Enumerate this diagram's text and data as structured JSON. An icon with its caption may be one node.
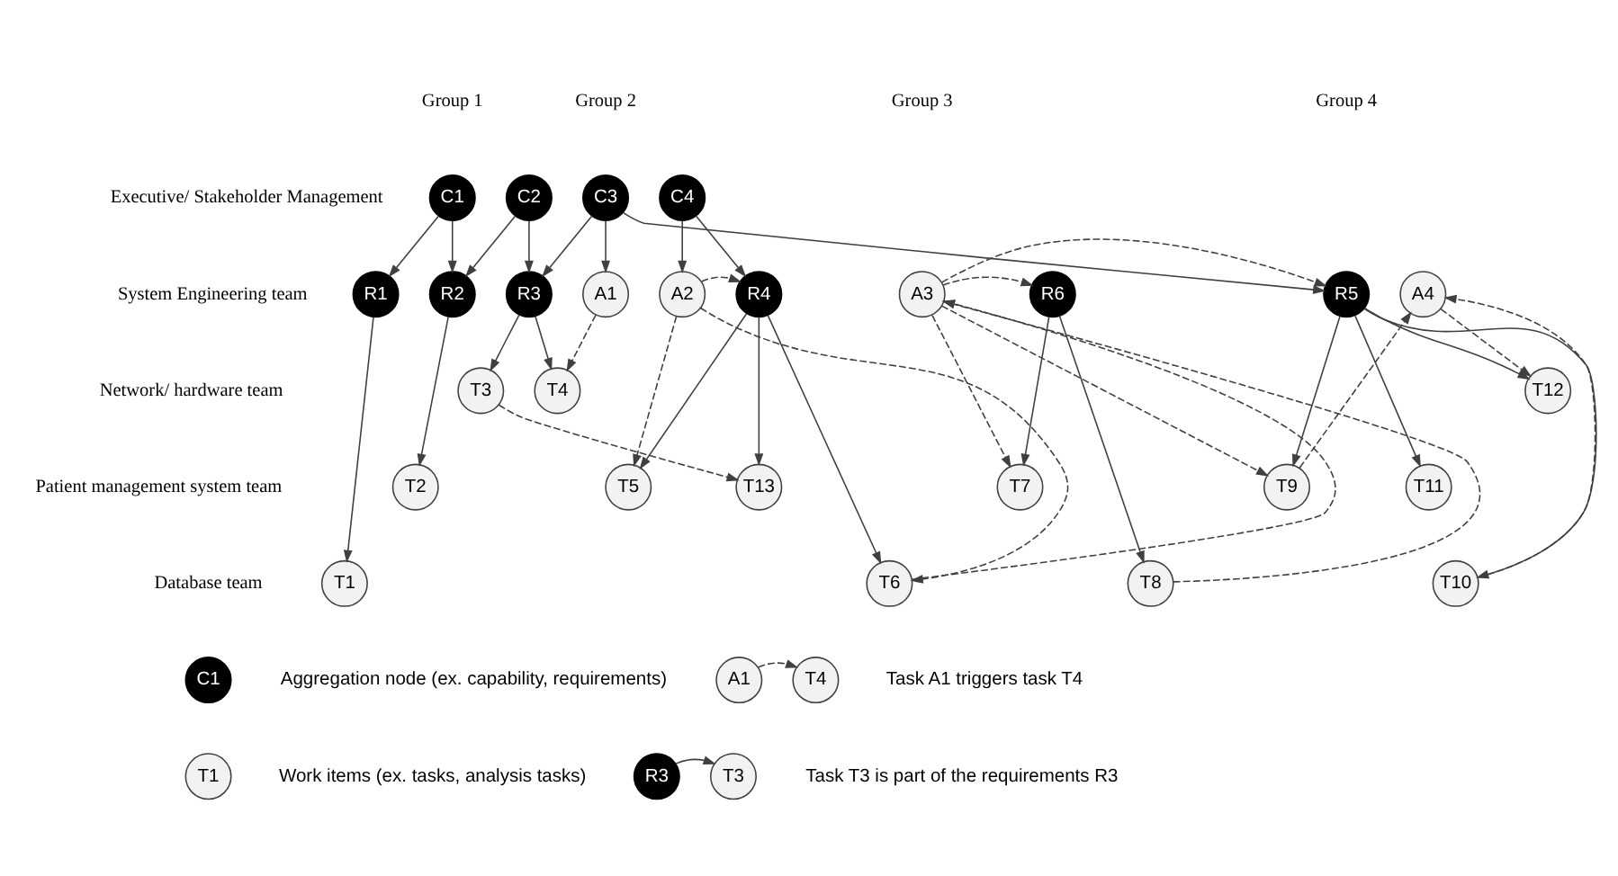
{
  "diagram": {
    "nodes": [
      {
        "text": [
          "C1"
        ]
      },
      {
        "text": [
          "C2"
        ]
      },
      {
        "text": [
          "C3"
        ]
      },
      {
        "text": [
          "C4"
        ]
      },
      {
        "text": [
          "R1"
        ]
      },
      {
        "text": [
          "R2"
        ]
      },
      {
        "text": [
          "R3"
        ]
      },
      {
        "text": [
          "A1"
        ]
      },
      {
        "text": [
          "A2"
        ]
      },
      {
        "text": [
          "R4"
        ]
      },
      {
        "text": [
          "A3"
        ]
      },
      {
        "text": [
          "R6"
        ]
      },
      {
        "text": [
          "R5"
        ]
      },
      {
        "text": [
          "A4"
        ]
      },
      {
        "text": [
          "T3"
        ]
      },
      {
        "text": [
          "T4"
        ]
      },
      {
        "text": [
          "T12"
        ]
      },
      {
        "text": [
          "T2"
        ]
      },
      {
        "text": [
          "T5"
        ]
      },
      {
        "text": [
          "T13"
        ]
      },
      {
        "text": [
          "T7"
        ]
      },
      {
        "text": [
          "T9"
        ]
      },
      {
        "text": [
          "T11"
        ]
      },
      {
        "text": [
          "T1"
        ]
      },
      {
        "text": [
          "T6"
        ]
      },
      {
        "text": [
          "T8"
        ]
      },
      {
        "text": [
          "T10"
        ]
      },
      {
        "text": [
          "C1"
        ]
      },
      {
        "text": [
          "T1"
        ]
      },
      {
        "text": [
          "A1"
        ]
      },
      {
        "text": [
          "T4"
        ]
      },
      {
        "text": [
          "R3"
        ]
      },
      {
        "text": [
          "T3"
        ]
      }
    ],
    "edges": [
      {
        "from": 0,
        "to": 4,
        "arrow": "to"
      },
      {
        "from": 0,
        "to": 5,
        "arrow": "to"
      },
      {
        "from": 1,
        "to": 5,
        "arrow": "to"
      },
      {
        "from": 1,
        "to": 6,
        "arrow": "to"
      },
      {
        "from": 2,
        "to": 6,
        "arrow": "to"
      },
      {
        "from": 2,
        "to": 7,
        "arrow": "to"
      },
      {
        "from": 2,
        "to": 12,
        "arrow": "to"
      },
      {
        "from": 3,
        "to": 8,
        "arrow": "to"
      },
      {
        "from": 3,
        "to": 9,
        "arrow": "to"
      },
      {
        "from": 4,
        "to": 23,
        "arrow": "to"
      },
      {
        "from": 5,
        "to": 17,
        "arrow": "to"
      },
      {
        "from": 6,
        "to": 14,
        "arrow": "to"
      },
      {
        "from": 6,
        "to": 15,
        "arrow": "to"
      },
      {
        "from": 7,
        "to": 15,
        "arrow": "to",
        "style": "dashed"
      },
      {
        "from": 8,
        "to": 9,
        "arrow": "to",
        "style": "dashed"
      },
      {
        "from": 8,
        "to": 18,
        "arrow": "to",
        "style": "dashed"
      },
      {
        "from": 8,
        "to": 24,
        "arrow": "to",
        "style": "dashed"
      },
      {
        "from": 9,
        "to": 18,
        "arrow": "to"
      },
      {
        "from": 9,
        "to": 19,
        "arrow": "to"
      },
      {
        "from": 9,
        "to": 24,
        "arrow": "to"
      },
      {
        "from": 14,
        "to": 19,
        "arrow": "to",
        "style": "dashed"
      },
      {
        "from": 24,
        "to": 10,
        "arrow": "to",
        "style": "dashed"
      },
      {
        "from": 10,
        "to": 11,
        "arrow": "to",
        "style": "dashed"
      },
      {
        "from": 10,
        "to": 20,
        "arrow": "to",
        "style": "dashed"
      },
      {
        "from": 10,
        "to": 12,
        "arrow": "to",
        "style": "dashed"
      },
      {
        "from": 10,
        "to": 21,
        "arrow": "to",
        "style": "dashed"
      },
      {
        "from": 25,
        "to": 10,
        "arrow": "to",
        "style": "dashed"
      },
      {
        "from": 11,
        "to": 20,
        "arrow": "to"
      },
      {
        "from": 11,
        "to": 25,
        "arrow": "to"
      },
      {
        "from": 12,
        "to": 21,
        "arrow": "to"
      },
      {
        "from": 12,
        "to": 16,
        "arrow": "to"
      },
      {
        "from": 12,
        "to": 22,
        "arrow": "to"
      },
      {
        "from": 12,
        "to": 26,
        "arrow": "to"
      },
      {
        "from": 21,
        "to": 13,
        "arrow": "to",
        "style": "dashed"
      },
      {
        "from": 13,
        "to": 16,
        "arrow": "to",
        "style": "dashed"
      },
      {
        "from": 26,
        "to": 13,
        "arrow": "to",
        "style": "dashed"
      },
      {
        "from": 29,
        "to": 30,
        "arrow": "to",
        "style": "dashed"
      },
      {
        "from": 31,
        "to": 32,
        "arrow": "to"
      }
    ],
    "labels": [
      "Group 1",
      "Group 2",
      "Group 3",
      "Group 4",
      "Executive/ Stakeholder Management",
      "System Engineering team",
      "Network/ hardware team",
      "Patient management system team",
      "Database team"
    ],
    "legend": [
      {
        "text": "Aggregation node (ex. capability, requirements)"
      },
      {
        "text": "Task A1 triggers task T4"
      },
      {
        "text": "Work items (ex. tasks, analysis tasks)"
      },
      {
        "text": "Task T3 is part of the requirements R3"
      }
    ]
  }
}
